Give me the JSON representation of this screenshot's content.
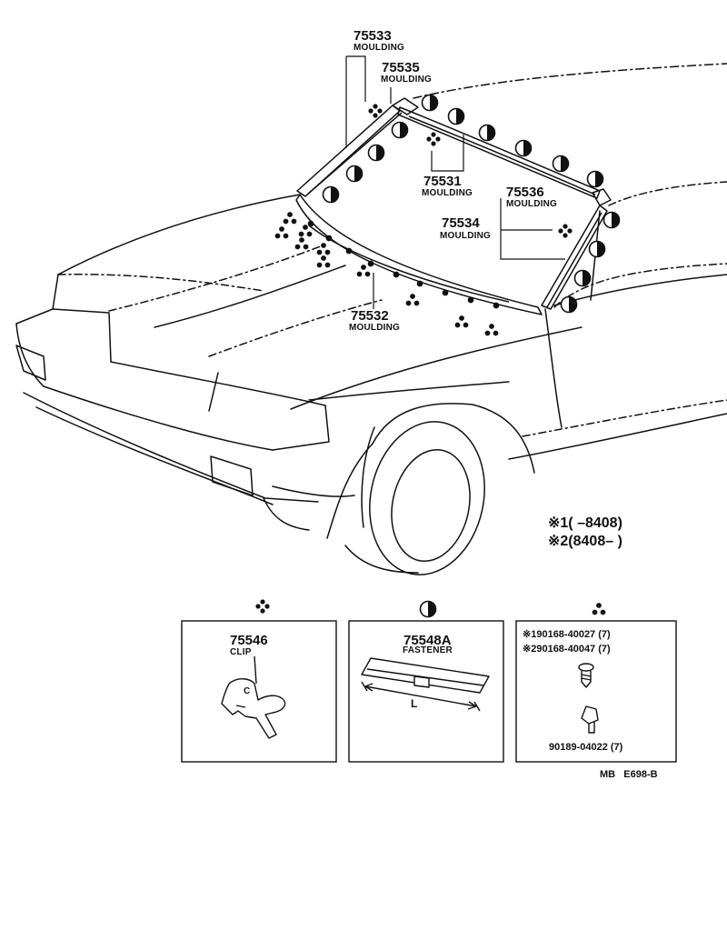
{
  "callouts": [
    {
      "part_no": "75533",
      "name": "MOULDING"
    },
    {
      "part_no": "75535",
      "name": "MOULDING"
    },
    {
      "part_no": "75531",
      "name": "MOULDING"
    },
    {
      "part_no": "75536",
      "name": "MOULDING"
    },
    {
      "part_no": "75534",
      "name": "MOULDING"
    },
    {
      "part_no": "75532",
      "name": "MOULDING"
    }
  ],
  "legend": {
    "line1": "※1(      –8408)",
    "line2": "※2(8408–      )"
  },
  "boxes": {
    "clip": {
      "part_no": "75546",
      "name": "CLIP",
      "letter": "C",
      "symbol": "diamond-dots-icon"
    },
    "fastener": {
      "part_no": "75548A",
      "name": "FASTENER",
      "dim": "L",
      "symbol": "half-circle-icon"
    },
    "screws": {
      "line1": "※190168-40027 (7)",
      "line2": "※290168-40047 (7)",
      "line3": "90189-04022 (7)",
      "symbol": "triangle-dots-icon"
    }
  },
  "footer": {
    "code": "MB   E698-B"
  }
}
